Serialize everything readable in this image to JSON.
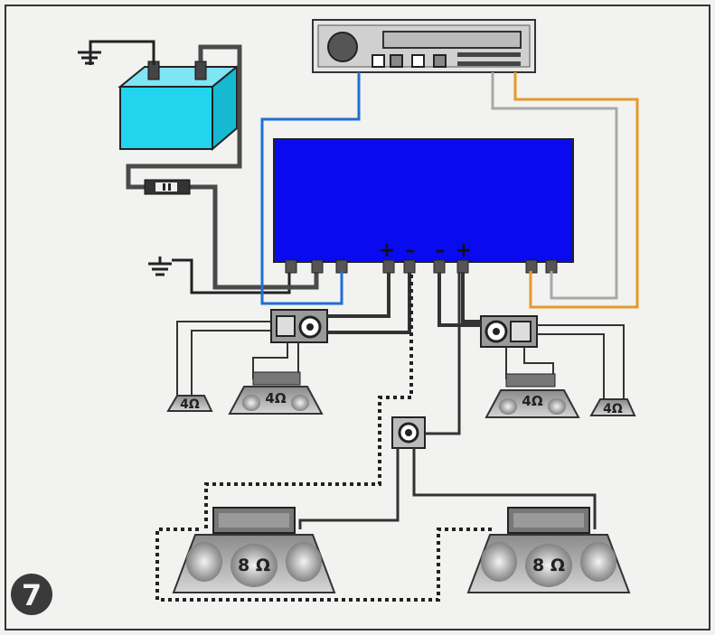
{
  "figure": {
    "number": "7"
  },
  "amplifier": {
    "color": "#0a0af0",
    "terminals": [
      "+",
      "–",
      "–",
      "+"
    ]
  },
  "battery": {
    "color": "#22d4ee"
  },
  "speakers": {
    "front_left_tweeter": "4Ω",
    "front_left_woofer": "4Ω",
    "front_right_woofer": "4Ω",
    "front_right_tweeter": "4Ω",
    "sub_left": "8 Ω",
    "sub_right": "8 Ω"
  },
  "wires": {
    "remote": "#1f6fd6",
    "rca_left": "#a8a8a8",
    "rca_right": "#e69a2a",
    "power": "#4a4a4a"
  }
}
